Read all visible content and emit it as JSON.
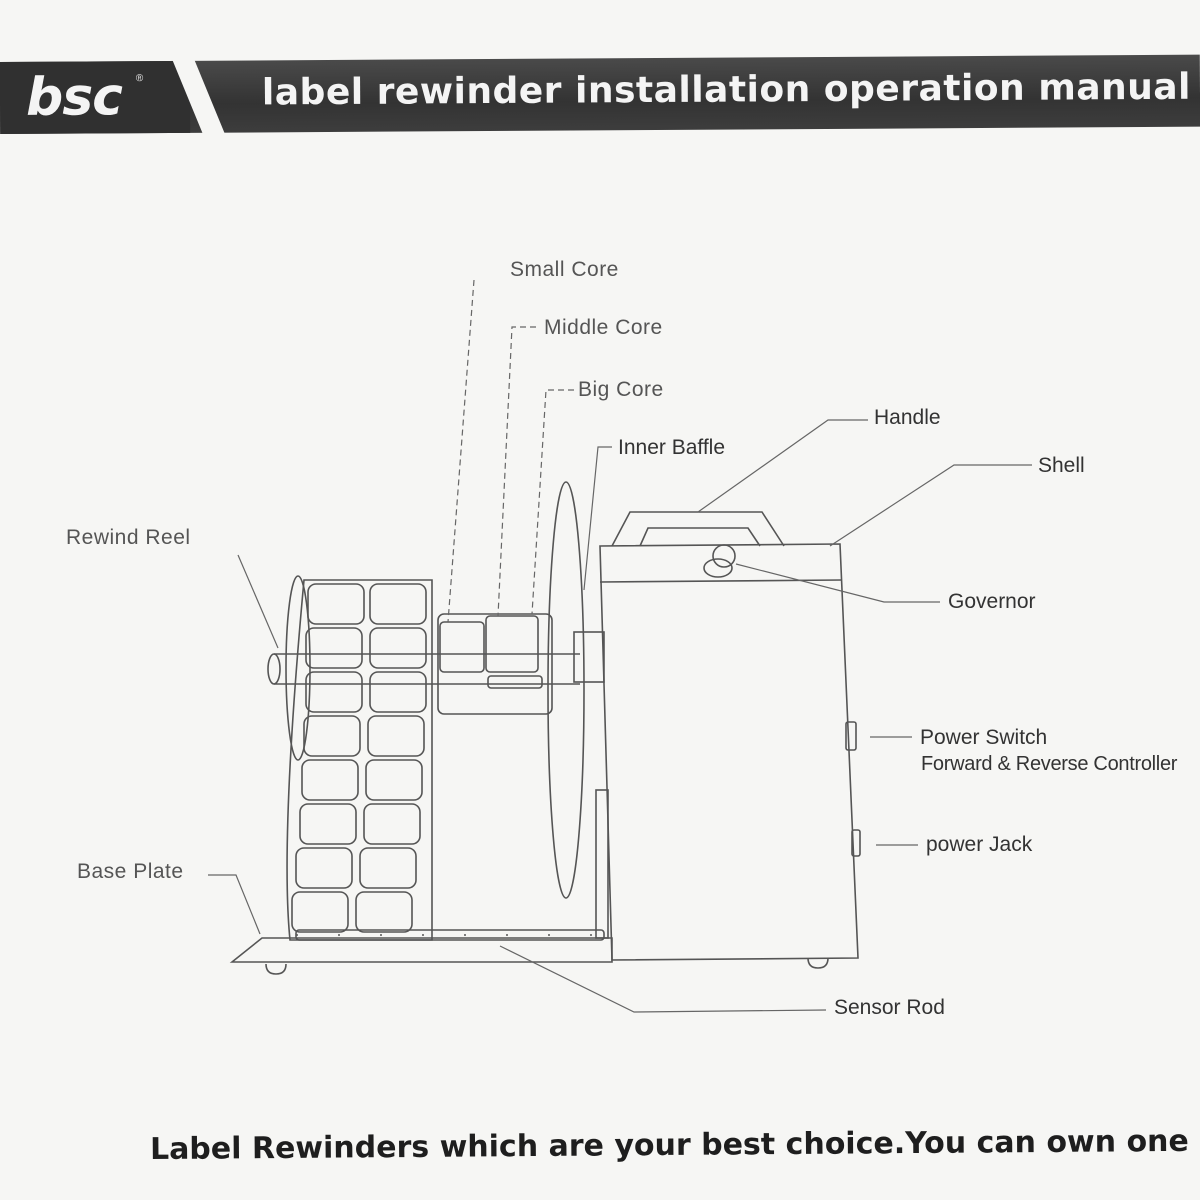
{
  "header": {
    "brand": "bsc",
    "brand_mark": "®",
    "title": "label rewinder installation operation manual"
  },
  "diagram": {
    "labels": {
      "small_core": "Small Core",
      "middle_core": "Middle Core",
      "big_core": "Big Core",
      "inner_baffle": "Inner Baffle",
      "handle": "Handle",
      "shell": "Shell",
      "rewind_reel": "Rewind Reel",
      "governor": "Governor",
      "power_switch": "Power Switch",
      "forward_reverse": "Forward & Reverse Controller",
      "power_jack": "power Jack",
      "base_plate": "Base Plate",
      "sensor_rod": "Sensor Rod"
    }
  },
  "footer": {
    "text": "Label Rewinders which are your best choice.You can own one"
  },
  "colors": {
    "header_band": "#3a3a3a",
    "paper": "#f6f6f4",
    "line_art": "#555555"
  }
}
